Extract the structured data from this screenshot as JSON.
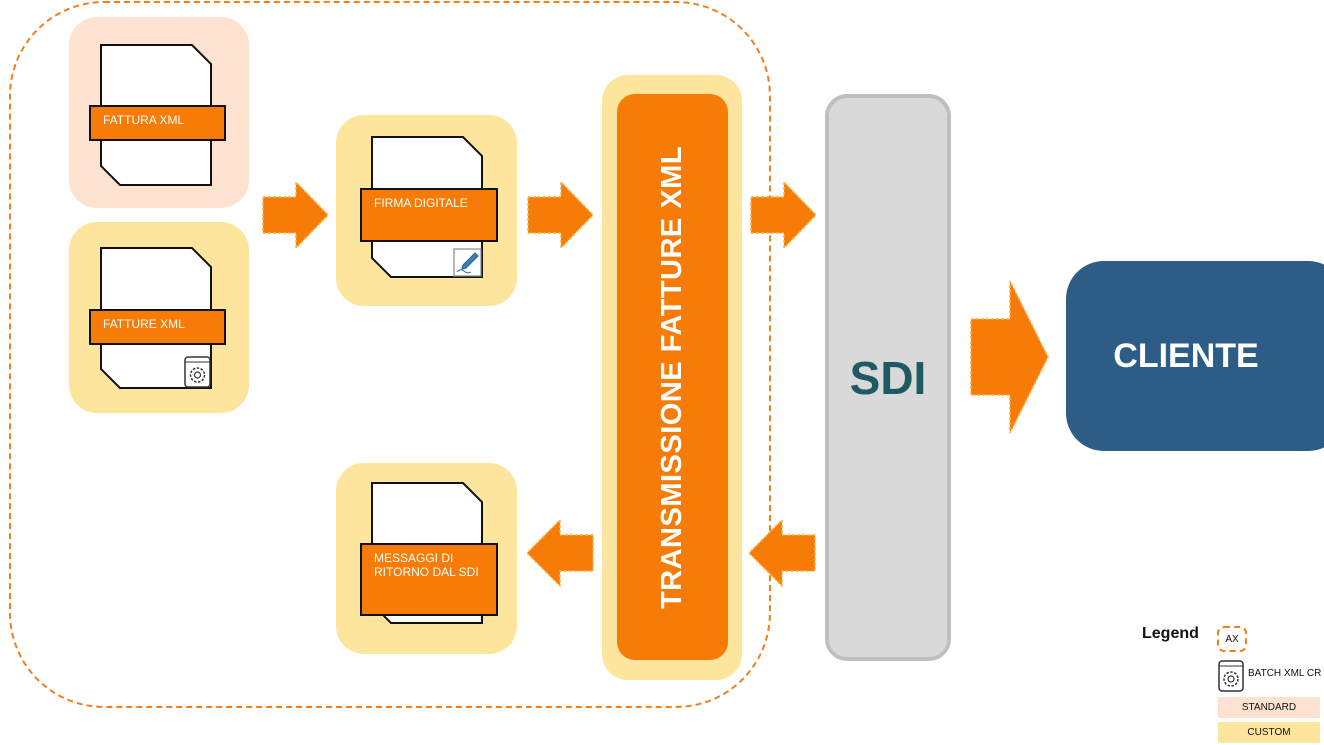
{
  "nodes": {
    "fattura_xml_standard": {
      "label": "FATTURA XML"
    },
    "fatture_xml_custom": {
      "label": "FATTURE XML"
    },
    "firma_digitale": {
      "label": "FIRMA DIGITALE"
    },
    "messaggi_ritorno": {
      "label": "MESSAGGI DI RITORNO DAL SDI"
    },
    "transmissione": {
      "label": "TRANSMISSIONE FATTURE XML"
    },
    "sdi": {
      "label": "SDI"
    },
    "cliente": {
      "label": "CLIENTE"
    }
  },
  "legend": {
    "title": "Legend",
    "ax": "AX",
    "batch": "BATCH XML CR",
    "standard": "STANDARD",
    "custom": "CUSTOM"
  },
  "colors": {
    "accent_orange": "#f77c07",
    "standard_bg": "#fde2d0",
    "custom_bg": "#fde59e",
    "sdi_gray": "#d9d9d9",
    "cliente_blue": "#2d5c87",
    "sdi_text": "#1f5a63"
  },
  "icons": [
    "document-icon",
    "gear-window-icon",
    "pen-signature-icon",
    "arrow-right-icon",
    "arrow-left-icon"
  ]
}
